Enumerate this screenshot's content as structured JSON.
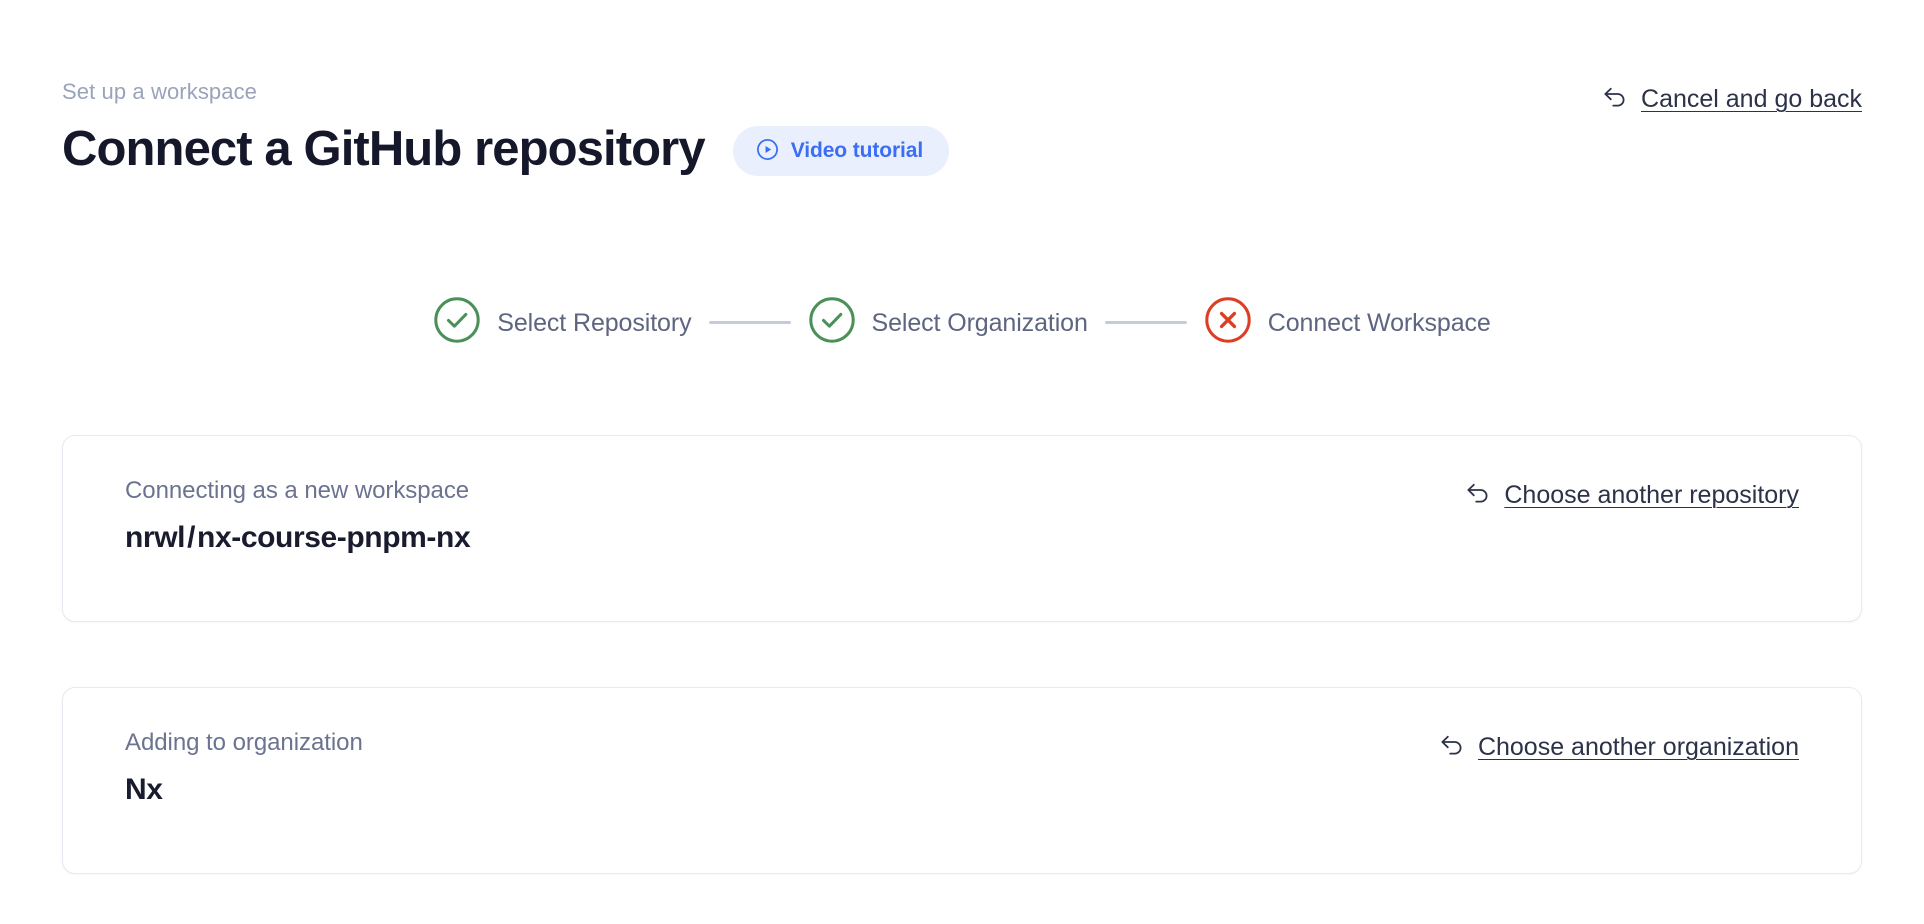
{
  "header": {
    "eyebrow": "Set up a workspace",
    "title": "Connect a GitHub repository",
    "video_badge": {
      "label": "Video tutorial",
      "icon": "play-circle-icon",
      "bg_color": "#e9effc",
      "text_color": "#3b6ef5"
    },
    "cancel_link": {
      "label": "Cancel and go back",
      "icon": "back-arrow-icon"
    }
  },
  "stepper": {
    "steps": [
      {
        "label": "Select Repository",
        "state": "complete",
        "icon": "check-circle-icon",
        "color": "#4a9058"
      },
      {
        "label": "Select Organization",
        "state": "complete",
        "icon": "check-circle-icon",
        "color": "#4a9058"
      },
      {
        "label": "Connect Workspace",
        "state": "error",
        "icon": "x-circle-icon",
        "color": "#dd3d22"
      }
    ],
    "connector_color": "#c5cbdd",
    "label_color": "#5d6580"
  },
  "cards": [
    {
      "caption": "Connecting as a new workspace",
      "owner": "nrwl",
      "separator": "/",
      "repo": "nx-course-pnpm-nx",
      "action": {
        "label": "Choose another repository",
        "icon": "back-arrow-icon"
      }
    },
    {
      "caption": "Adding to organization",
      "value": "Nx",
      "action": {
        "label": "Choose another organization",
        "icon": "back-arrow-icon"
      }
    }
  ]
}
